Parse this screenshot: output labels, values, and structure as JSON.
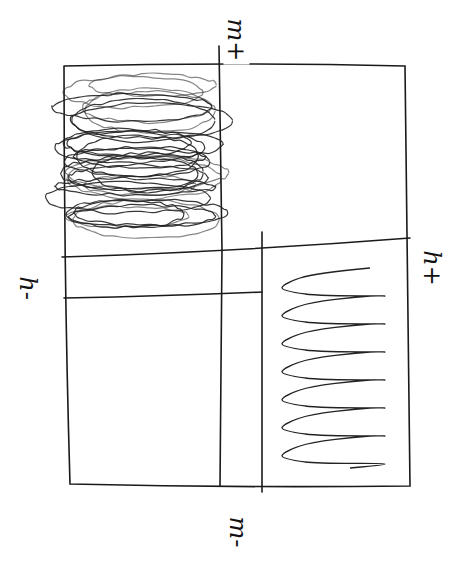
{
  "diagram": {
    "labels": [
      "m+",
      "h-",
      "h+",
      "m-"
    ]
  }
}
